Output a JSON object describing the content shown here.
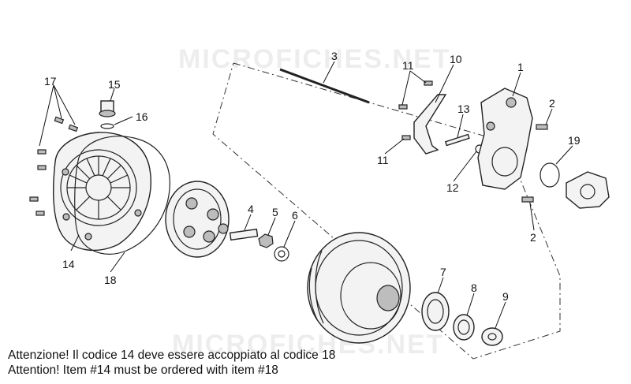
{
  "watermark": "MICROFICHES.NET",
  "notes": {
    "italian": "Attenzione! Il codice 14 deve essere accoppiato al codice 18",
    "english": "Attention! Item #14 must be ordered with item #18"
  },
  "callouts": {
    "c1": "1",
    "c2a": "2",
    "c2b": "2",
    "c3": "3",
    "c4": "4",
    "c5": "5",
    "c6": "6",
    "c7": "7",
    "c8": "8",
    "c9": "9",
    "c10": "10",
    "c11a": "11",
    "c11b": "11",
    "c12": "12",
    "c13": "13",
    "c14": "14",
    "c15": "15",
    "c16": "16",
    "c17": "17",
    "c18": "18",
    "c19": "19"
  }
}
